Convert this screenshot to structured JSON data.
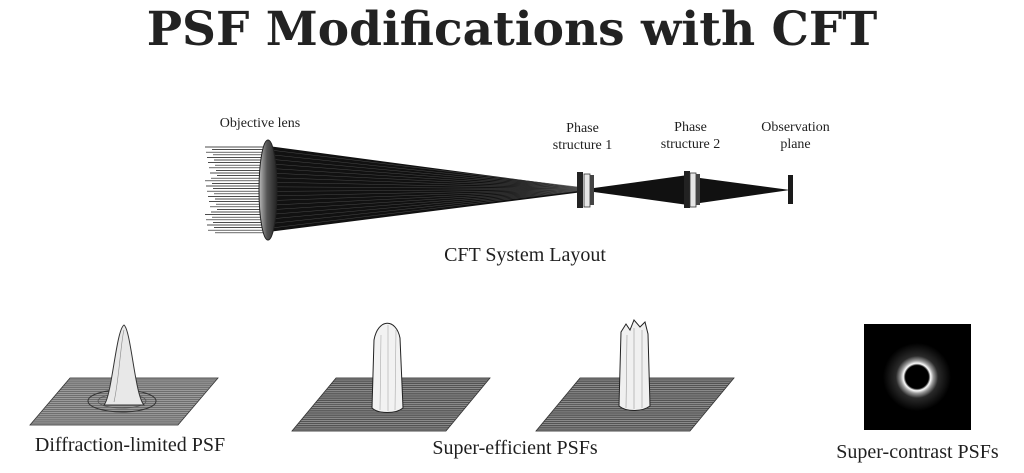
{
  "title": "PSF Modifications with CFT",
  "layout": {
    "caption": "CFT System Layout",
    "labels": {
      "objective_lens": "Objective lens",
      "phase1": [
        "Phase",
        "structure 1"
      ],
      "phase2": [
        "Phase",
        "structure 2"
      ],
      "observation": [
        "Observation",
        "plane"
      ]
    }
  },
  "psf": {
    "diffraction_limited": "Diffraction-limited PSF",
    "super_efficient": "Super-efficient PSFs",
    "super_contrast": "Super-contrast PSFs"
  }
}
